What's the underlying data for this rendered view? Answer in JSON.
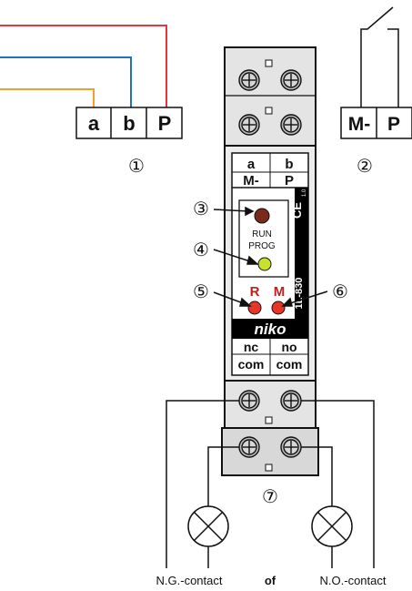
{
  "terminals_left": [
    "a",
    "b",
    "P"
  ],
  "terminals_right": [
    "M-",
    "P"
  ],
  "callouts": [
    "①",
    "②",
    "③",
    "④",
    "⑤",
    "⑥",
    "⑦"
  ],
  "module": {
    "top_labels": [
      "a",
      "b"
    ],
    "top_sub_labels": [
      "M-",
      "P"
    ],
    "ce_mark": "CE",
    "ce_sub": "1.0",
    "led_run_label": "RUN",
    "led_prog_label": "PROG",
    "relay_labels": [
      "R",
      "M"
    ],
    "model": "1L-830",
    "brand": "niko",
    "bottom_labels": [
      "nc",
      "no"
    ],
    "bottom_sub_labels": [
      "com",
      "com"
    ]
  },
  "caption": {
    "left": "N.G.-contact",
    "middle": "of",
    "right": "N.O.-contact"
  },
  "colors": {
    "wire_red": "#e8353b",
    "wire_blue": "#1f73bf",
    "wire_orange": "#f0a030",
    "led_brown": "#7a2a1c",
    "led_green": "#c8e12a",
    "led_red": "#e8352a",
    "module_body": "#ececec",
    "label_strip": "#000000"
  }
}
